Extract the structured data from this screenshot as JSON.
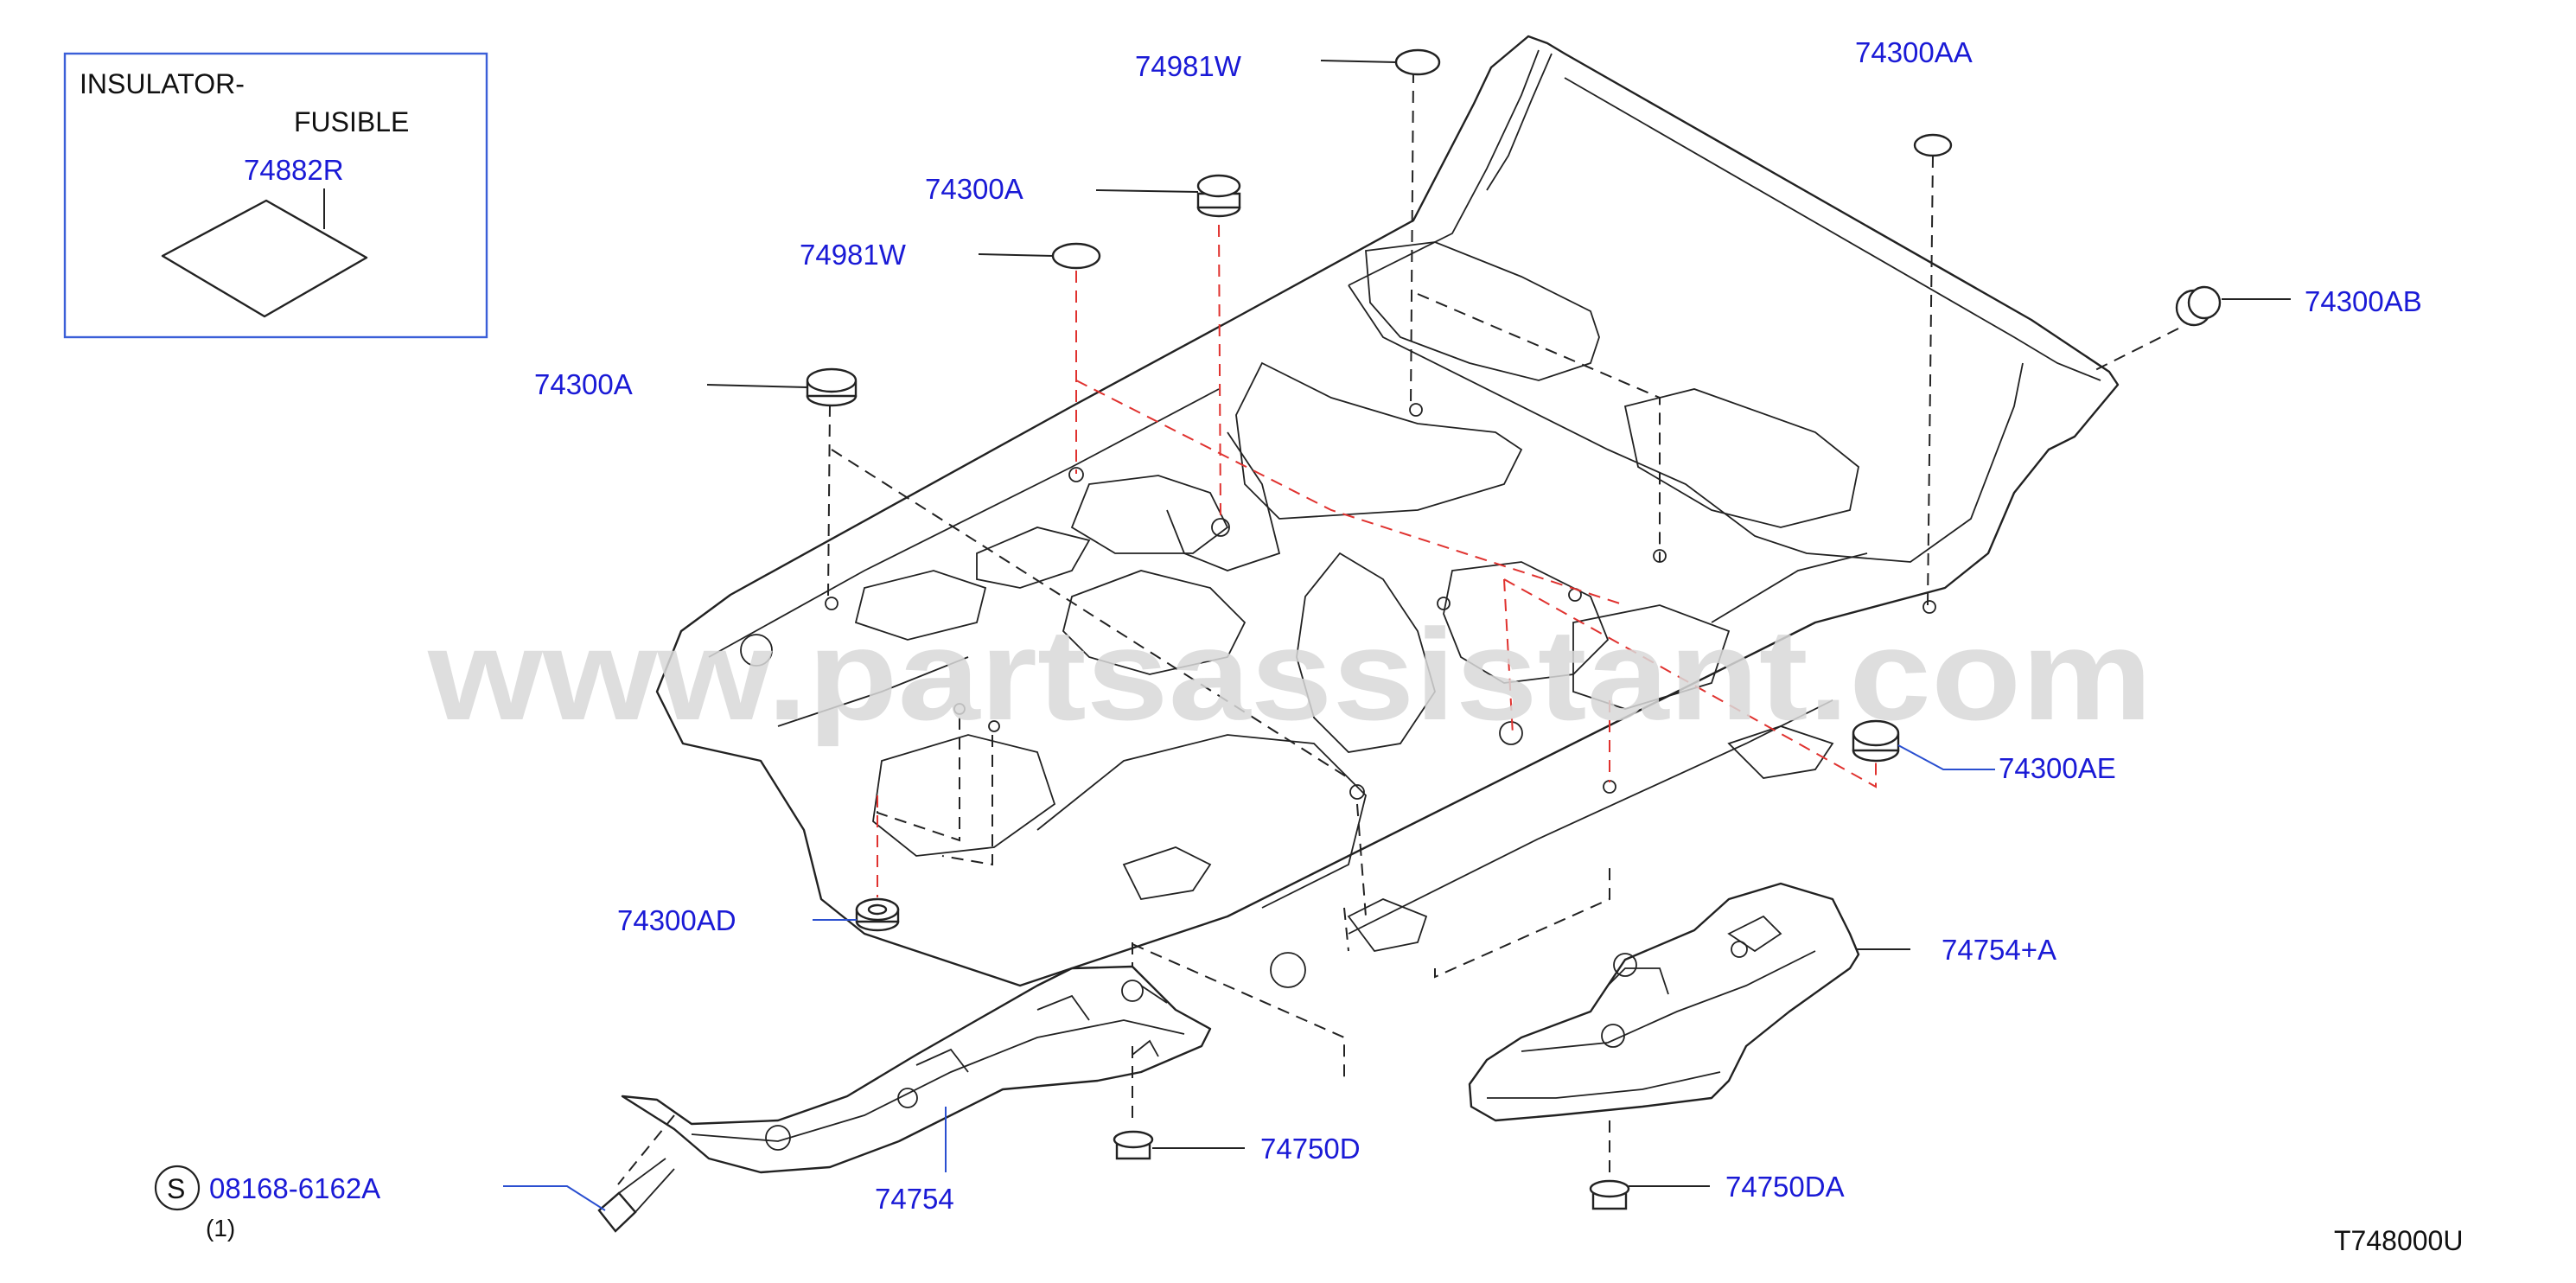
{
  "inset": {
    "title_line1": "INSULATOR-",
    "title_line2": "FUSIBLE",
    "part_number": "74882R"
  },
  "watermark": "www.partsassistant.com",
  "callouts": {
    "p74981W_top": "74981W",
    "p74300AA": "74300AA",
    "p74300A_upper": "74300A",
    "p74981W_mid": "74981W",
    "p74300AB": "74300AB",
    "p74300A_left": "74300A",
    "p74300AE": "74300AE",
    "p74300AD": "74300AD",
    "p74754A": "74754+A",
    "p74750D": "74750D",
    "p74750DA": "74750DA",
    "p74754": "74754",
    "bolt": "08168-6162A"
  },
  "bolt_symbol": "S",
  "bolt_qty": "(1)",
  "diagram_code": "T748000U",
  "colors": {
    "callout_text": "#1a1ad6",
    "leader_blue": "#2a4fd0",
    "ref_dash_red": "#e0322f",
    "line": "#222222",
    "watermark": "#d9d9d9"
  }
}
